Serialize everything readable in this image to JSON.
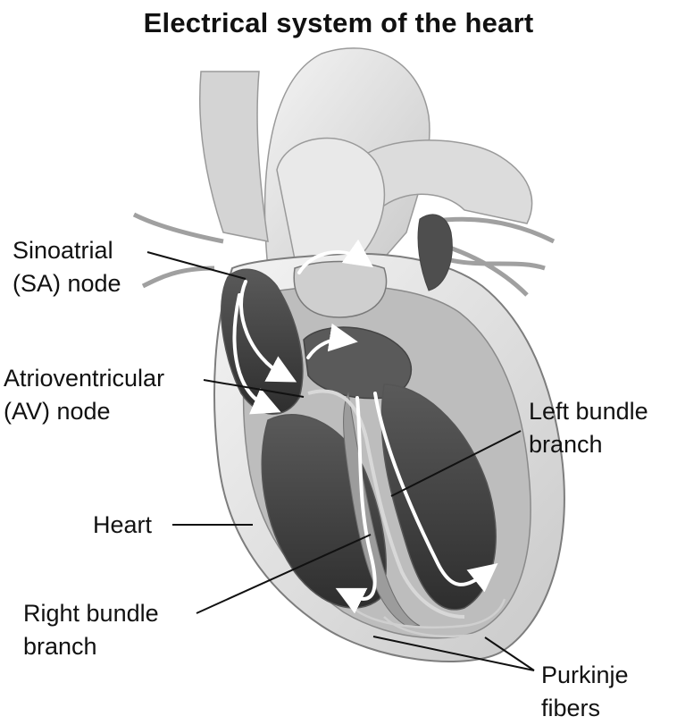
{
  "title": "Electrical system of the heart",
  "labels": {
    "sa_node": [
      "Sinoatrial",
      "(SA) node"
    ],
    "av_node": [
      "Atrioventricular",
      "(AV) node"
    ],
    "left_bundle": [
      "Left bundle",
      "branch"
    ],
    "heart": [
      "Heart"
    ],
    "right_bundle": [
      "Right bundle",
      "branch"
    ],
    "purkinje": [
      "Purkinje",
      "fibers"
    ]
  },
  "colors": {
    "background": "#ffffff",
    "tissue_light": "#e6e6e6",
    "tissue_mid": "#a9a9a9",
    "tissue_dark": "#3f3f3f",
    "signal_arrows": "#ffffff",
    "leader_lines": "#111111"
  }
}
